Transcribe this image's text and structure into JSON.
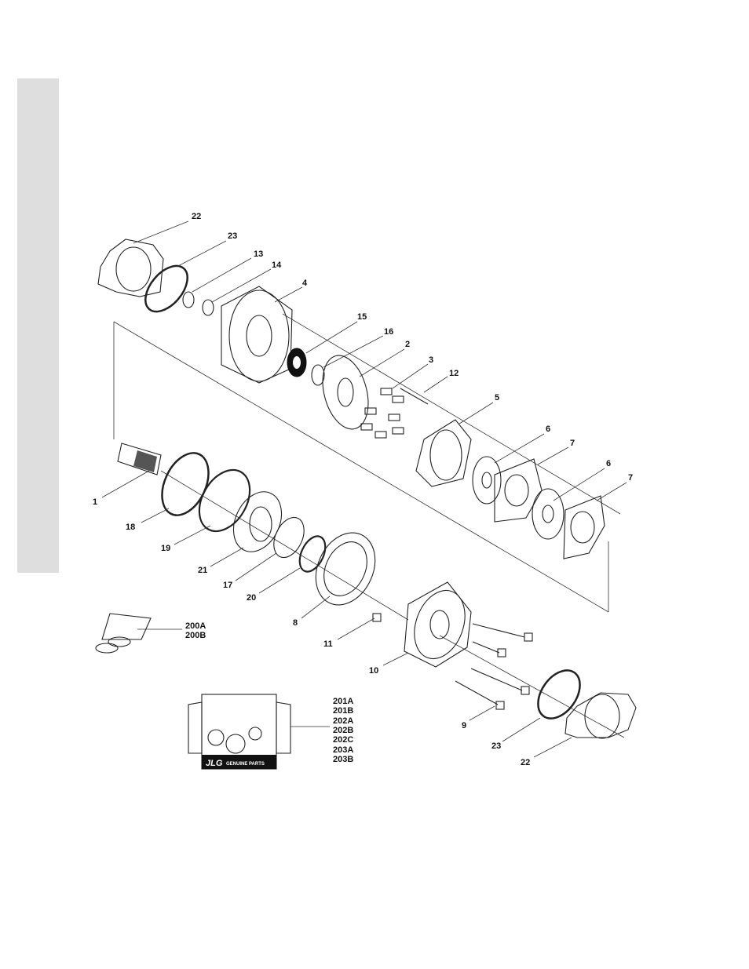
{
  "diagram": {
    "callouts": {
      "c1": "1",
      "c2": "2",
      "c3": "3",
      "c4": "4",
      "c5": "5",
      "c6a": "6",
      "c6b": "6",
      "c7a": "7",
      "c7b": "7",
      "c8": "8",
      "c9": "9",
      "c10": "10",
      "c11": "11",
      "c12": "12",
      "c13": "13",
      "c14": "14",
      "c15": "15",
      "c16": "16",
      "c17": "17",
      "c18": "18",
      "c19": "19",
      "c20": "20",
      "c21": "21",
      "c22a": "22",
      "c22b": "22",
      "c23a": "23",
      "c23b": "23"
    },
    "seal_kit_labels": [
      "200A",
      "200B"
    ],
    "kit_labels": [
      "201A",
      "201B",
      "202A",
      "202B",
      "202C",
      "203A",
      "203B"
    ],
    "box": {
      "brand": "JLG",
      "tagline": "GENUINE PARTS"
    }
  }
}
